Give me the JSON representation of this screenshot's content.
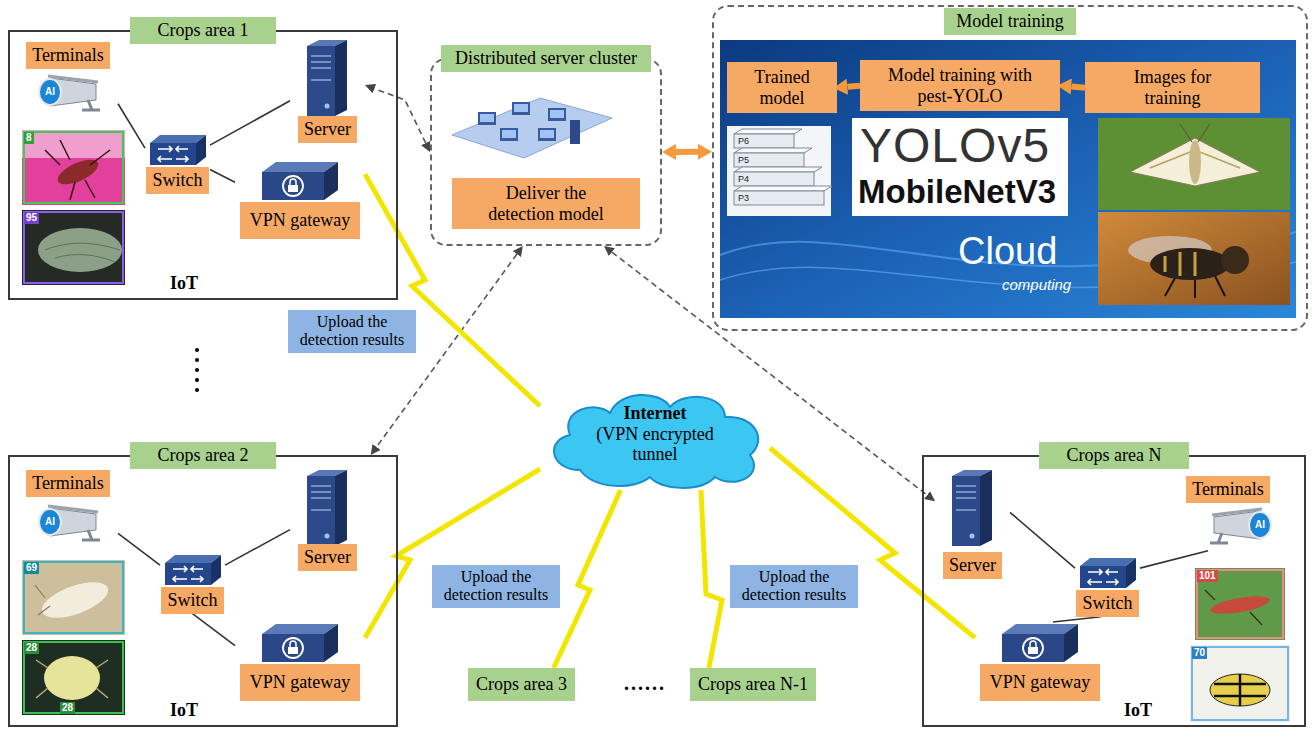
{
  "diagram": {
    "nodes": [
      {
        "text": [
          "Crops area 1",
          "IoT"
        ]
      },
      {
        "text": [
          "Terminals"
        ],
        "in": 0
      },
      {
        "text": [
          "Server"
        ],
        "in": 0
      },
      {
        "text": [
          "Switch"
        ],
        "in": 0
      },
      {
        "text": [
          "VPN gateway"
        ],
        "in": 0
      },
      {
        "text": [
          "Distributed server cluster"
        ]
      },
      {
        "text": [
          "Deliver the detection model"
        ],
        "in": 5
      },
      {
        "text": [
          "Model training"
        ]
      },
      {
        "text": [
          "Trained model"
        ],
        "in": 7
      },
      {
        "text": [
          "Model training with pest-YOLO"
        ],
        "in": 7
      },
      {
        "text": [
          "Images for training"
        ],
        "in": 7
      },
      {
        "text": [
          "Internet",
          "(VPN encrypted tunnel"
        ]
      },
      {
        "text": [
          "Crops area 2",
          "IoT"
        ]
      },
      {
        "text": [
          "Terminals"
        ],
        "in": 12
      },
      {
        "text": [
          "Server"
        ],
        "in": 12
      },
      {
        "text": [
          "Switch"
        ],
        "in": 12
      },
      {
        "text": [
          "VPN gateway"
        ],
        "in": 12
      },
      {
        "text": [
          "Crops area 3"
        ]
      },
      {
        "text": [
          "Crops area N-1"
        ]
      },
      {
        "text": [
          "Crops area N",
          "IoT"
        ]
      },
      {
        "text": [
          "Server"
        ],
        "in": 19
      },
      {
        "text": [
          "Terminals"
        ],
        "in": 19
      },
      {
        "text": [
          "Switch"
        ],
        "in": 19
      },
      {
        "text": [
          "VPN gateway"
        ],
        "in": 19
      }
    ],
    "edges": [
      {
        "from": 1,
        "to": 3,
        "arrow": "none"
      },
      {
        "from": 3,
        "to": 2,
        "arrow": "none"
      },
      {
        "from": 3,
        "to": 4,
        "arrow": "none"
      },
      {
        "from": 13,
        "to": 15,
        "arrow": "none"
      },
      {
        "from": 15,
        "to": 14,
        "arrow": "none"
      },
      {
        "from": 15,
        "to": 16,
        "arrow": "none"
      },
      {
        "from": 21,
        "to": 22,
        "arrow": "none"
      },
      {
        "from": 22,
        "to": 20,
        "arrow": "none"
      },
      {
        "from": 22,
        "to": 23,
        "arrow": "none"
      },
      {
        "from": 5,
        "to": 2,
        "arrow": "both"
      },
      {
        "from": 5,
        "to": 12,
        "arrow": "both"
      },
      {
        "from": 5,
        "to": 20,
        "arrow": "both"
      },
      {
        "from": 5,
        "to": 7,
        "arrow": "both"
      },
      {
        "from": 10,
        "to": 9,
        "arrow": "to"
      },
      {
        "from": 9,
        "to": 8,
        "arrow": "to"
      },
      {
        "from": 4,
        "to": 11,
        "arrow": "none",
        "label": "Upload the detection results"
      },
      {
        "from": 16,
        "to": 11,
        "arrow": "none",
        "label": "Upload the detection results"
      },
      {
        "from": 17,
        "to": 11,
        "arrow": "none"
      },
      {
        "from": 18,
        "to": 11,
        "arrow": "none",
        "label": "Upload the detection results"
      },
      {
        "from": 23,
        "to": 11,
        "arrow": "none"
      }
    ],
    "labels": [
      "AI",
      "8",
      "95",
      "AI",
      "69",
      "28",
      "28",
      "AI",
      "101",
      "70",
      "P6",
      "P5",
      "P4",
      "P3",
      "YOLOv5",
      "MobileNetV3",
      "Cloud",
      "computing",
      "......"
    ]
  }
}
